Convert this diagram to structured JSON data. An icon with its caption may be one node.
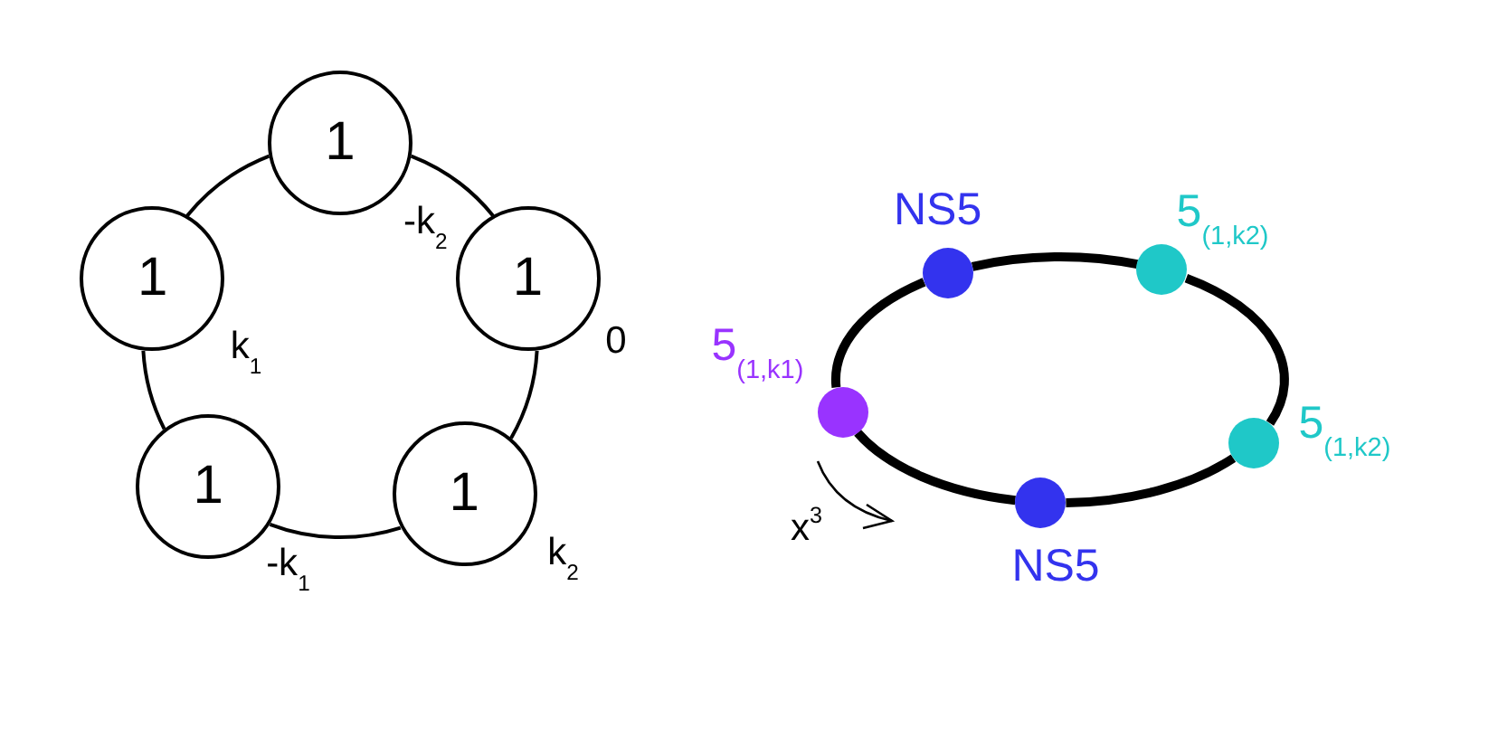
{
  "diagram": {
    "nodes": [
      {
        "text": [
          "1"
        ],
        "beside": [
          "-k$_{2}$"
        ]
      },
      {
        "text": [
          "1"
        ],
        "beside": [
          "k$_{1}$"
        ]
      },
      {
        "text": [
          "1"
        ],
        "beside": [
          "0"
        ]
      },
      {
        "text": [
          "1"
        ],
        "beside": [
          "-k$_{1}$"
        ]
      },
      {
        "text": [
          "1"
        ],
        "beside": [
          "k$_{2}$"
        ]
      },
      {
        "text": [],
        "shape": "circle",
        "beside": [
          "NS5"
        ]
      },
      {
        "text": [],
        "shape": "circle",
        "beside": [
          "5$_{(1,k2)}$"
        ]
      },
      {
        "text": [],
        "shape": "circle",
        "beside": [
          "5$_{(1,k1)}$"
        ]
      },
      {
        "text": [],
        "shape": "circle",
        "beside": [
          "5$_{(1,k2)}$"
        ]
      },
      {
        "text": [],
        "shape": "circle",
        "beside": [
          "NS5"
        ]
      }
    ],
    "edges": [
      {
        "from": 0,
        "to": 2,
        "arrow": "none"
      },
      {
        "from": 2,
        "to": 4,
        "arrow": "none"
      },
      {
        "from": 4,
        "to": 3,
        "arrow": "none"
      },
      {
        "from": 3,
        "to": 1,
        "arrow": "none"
      },
      {
        "from": 1,
        "to": 0,
        "arrow": "none"
      },
      {
        "from": 5,
        "to": 6,
        "arrow": "none",
        "style": "thick"
      },
      {
        "from": 6,
        "to": 8,
        "arrow": "none",
        "style": "thick"
      },
      {
        "from": 8,
        "to": 9,
        "arrow": "none",
        "style": "thick"
      },
      {
        "from": 9,
        "to": 7,
        "arrow": "none",
        "style": "thick"
      },
      {
        "from": 7,
        "to": 5,
        "arrow": "none",
        "style": "thick"
      }
    ],
    "labels": [
      "x$^{3}$"
    ]
  }
}
